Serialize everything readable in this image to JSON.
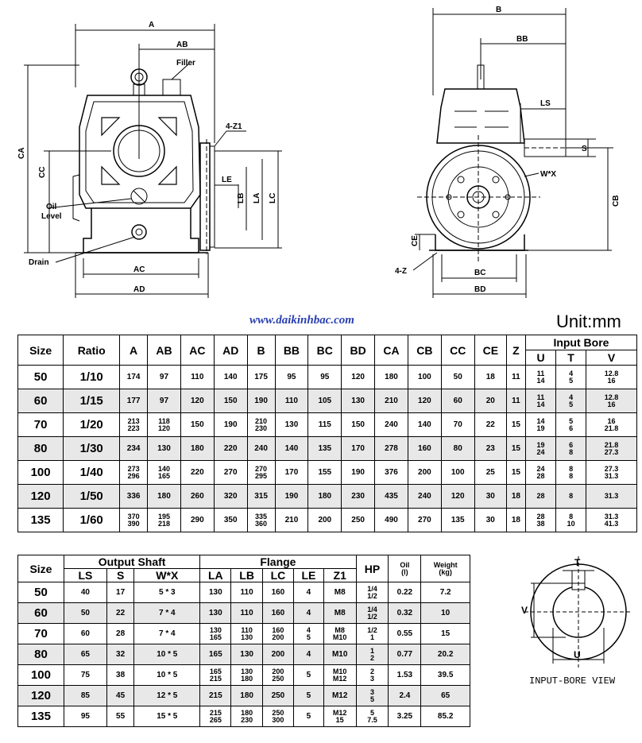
{
  "drawings": {
    "front_labels": {
      "A": "A",
      "AB": "AB",
      "Filler": "Filler",
      "Z1": "4-Z1",
      "CA": "CA",
      "CC": "CC",
      "LE": "LE",
      "LB": "LB",
      "LA": "LA",
      "LC": "LC",
      "OilLevel1": "Oil",
      "OilLevel2": "Level",
      "Drain": "Drain",
      "AC": "AC",
      "AD": "AD"
    },
    "side_labels": {
      "B": "B",
      "BB": "BB",
      "LS": "LS",
      "S": "S",
      "WX": "W*X",
      "CB": "CB",
      "CE": "CE",
      "Z": "4-Z",
      "BC": "BC",
      "BD": "BD"
    }
  },
  "website": "www.daikinhbac.com",
  "unit": "Unit:mm",
  "table1": {
    "headers": [
      "Size",
      "Ratio",
      "A",
      "AB",
      "AC",
      "AD",
      "B",
      "BB",
      "BC",
      "BD",
      "CA",
      "CB",
      "CC",
      "CE",
      "Z"
    ],
    "input_bore": "Input Bore",
    "bore_cols": [
      "U",
      "T",
      "V"
    ],
    "rows": [
      {
        "size": "50",
        "ratio": "1/10",
        "A": "174",
        "AB": "97",
        "AC": "110",
        "AD": "140",
        "B": "175",
        "BB": "95",
        "BC": "95",
        "BD": "120",
        "CA": "180",
        "CB": "100",
        "CC": "50",
        "CE": "18",
        "Z": "11",
        "U": [
          "11",
          "14"
        ],
        "T": [
          "4",
          "5"
        ],
        "V": [
          "12.8",
          "16"
        ]
      },
      {
        "size": "60",
        "ratio": "1/15",
        "A": "177",
        "AB": "97",
        "AC": "120",
        "AD": "150",
        "B": "190",
        "BB": "110",
        "BC": "105",
        "BD": "130",
        "CA": "210",
        "CB": "120",
        "CC": "60",
        "CE": "20",
        "Z": "11",
        "U": [
          "11",
          "14"
        ],
        "T": [
          "4",
          "5"
        ],
        "V": [
          "12.8",
          "16"
        ]
      },
      {
        "size": "70",
        "ratio": "1/20",
        "A": [
          "213",
          "223"
        ],
        "AB": [
          "118",
          "120"
        ],
        "AC": "150",
        "AD": "190",
        "B": [
          "210",
          "230"
        ],
        "BB": "130",
        "BC": "115",
        "BD": "150",
        "CA": "240",
        "CB": "140",
        "CC": "70",
        "CE": "22",
        "Z": "15",
        "U": [
          "14",
          "19"
        ],
        "T": [
          "5",
          "6"
        ],
        "V": [
          "16",
          "21.8"
        ]
      },
      {
        "size": "80",
        "ratio": "1/30",
        "A": "234",
        "AB": "130",
        "AC": "180",
        "AD": "220",
        "B": "240",
        "BB": "140",
        "BC": "135",
        "BD": "170",
        "CA": "278",
        "CB": "160",
        "CC": "80",
        "CE": "23",
        "Z": "15",
        "U": [
          "19",
          "24"
        ],
        "T": [
          "6",
          "8"
        ],
        "V": [
          "21.8",
          "27.3"
        ]
      },
      {
        "size": "100",
        "ratio": "1/40",
        "A": [
          "273",
          "296"
        ],
        "AB": [
          "140",
          "165"
        ],
        "AC": "220",
        "AD": "270",
        "B": [
          "270",
          "295"
        ],
        "BB": "170",
        "BC": "155",
        "BD": "190",
        "CA": "376",
        "CB": "200",
        "CC": "100",
        "CE": "25",
        "Z": "15",
        "U": [
          "24",
          "28"
        ],
        "T": [
          "8",
          "8"
        ],
        "V": [
          "27.3",
          "31.3"
        ]
      },
      {
        "size": "120",
        "ratio": "1/50",
        "A": "336",
        "AB": "180",
        "AC": "260",
        "AD": "320",
        "B": "315",
        "BB": "190",
        "BC": "180",
        "BD": "230",
        "CA": "435",
        "CB": "240",
        "CC": "120",
        "CE": "30",
        "Z": "18",
        "U": [
          "28"
        ],
        "T": [
          "8"
        ],
        "V": [
          "31.3"
        ]
      },
      {
        "size": "135",
        "ratio": "1/60",
        "A": [
          "370",
          "390"
        ],
        "AB": [
          "195",
          "218"
        ],
        "AC": "290",
        "AD": "350",
        "B": [
          "335",
          "360"
        ],
        "BB": "210",
        "BC": "200",
        "BD": "250",
        "CA": "490",
        "CB": "270",
        "CC": "135",
        "CE": "30",
        "Z": "18",
        "U": [
          "28",
          "38"
        ],
        "T": [
          "8",
          "10"
        ],
        "V": [
          "31.3",
          "41.3"
        ]
      }
    ]
  },
  "table2": {
    "size": "Size",
    "output_shaft": "Output Shaft",
    "flange": "Flange",
    "hp": "HP",
    "oil": [
      "Oil",
      "(l)"
    ],
    "weight": [
      "Weight",
      "(kg)"
    ],
    "sub": [
      "LS",
      "S",
      "W*X",
      "LA",
      "LB",
      "LC",
      "LE",
      "Z1"
    ],
    "rows": [
      {
        "size": "50",
        "LS": "40",
        "S": "17",
        "WX": "5 * 3",
        "LA": "130",
        "LB": "110",
        "LC": "160",
        "LE": "4",
        "Z1": "M8",
        "HP": [
          "1/4",
          "1/2"
        ],
        "oil": "0.22",
        "wt": "7.2"
      },
      {
        "size": "60",
        "LS": "50",
        "S": "22",
        "WX": "7 * 4",
        "LA": "130",
        "LB": "110",
        "LC": "160",
        "LE": "4",
        "Z1": "M8",
        "HP": [
          "1/4",
          "1/2"
        ],
        "oil": "0.32",
        "wt": "10"
      },
      {
        "size": "70",
        "LS": "60",
        "S": "28",
        "WX": "7 * 4",
        "LA": [
          "130",
          "165"
        ],
        "LB": [
          "110",
          "130"
        ],
        "LC": [
          "160",
          "200"
        ],
        "LE": [
          "4",
          "5"
        ],
        "Z1": [
          "M8",
          "M10"
        ],
        "HP": [
          "1/2",
          "1"
        ],
        "oil": "0.55",
        "wt": "15"
      },
      {
        "size": "80",
        "LS": "65",
        "S": "32",
        "WX": "10 * 5",
        "LA": "165",
        "LB": "130",
        "LC": "200",
        "LE": "4",
        "Z1": "M10",
        "HP": [
          "1",
          "2"
        ],
        "oil": "0.77",
        "wt": "20.2"
      },
      {
        "size": "100",
        "LS": "75",
        "S": "38",
        "WX": "10 * 5",
        "LA": [
          "165",
          "215"
        ],
        "LB": [
          "130",
          "180"
        ],
        "LC": [
          "200",
          "250"
        ],
        "LE": "5",
        "Z1": [
          "M10",
          "M12"
        ],
        "HP": [
          "2",
          "3"
        ],
        "oil": "1.53",
        "wt": "39.5"
      },
      {
        "size": "120",
        "LS": "85",
        "S": "45",
        "WX": "12 * 5",
        "LA": "215",
        "LB": "180",
        "LC": "250",
        "LE": "5",
        "Z1": "M12",
        "HP": [
          "3",
          "5"
        ],
        "oil": "2.4",
        "wt": "65"
      },
      {
        "size": "135",
        "LS": "95",
        "S": "55",
        "WX": "15 * 5",
        "LA": [
          "215",
          "265"
        ],
        "LB": [
          "180",
          "230"
        ],
        "LC": [
          "250",
          "300"
        ],
        "LE": "5",
        "Z1": [
          "M12",
          "15"
        ],
        "HP": [
          "5",
          "7.5"
        ],
        "oil": "3.25",
        "wt": "85.2"
      }
    ]
  },
  "bore_view": {
    "T": "T",
    "V": "V",
    "U": "U",
    "caption": "INPUT-BORE VIEW"
  }
}
